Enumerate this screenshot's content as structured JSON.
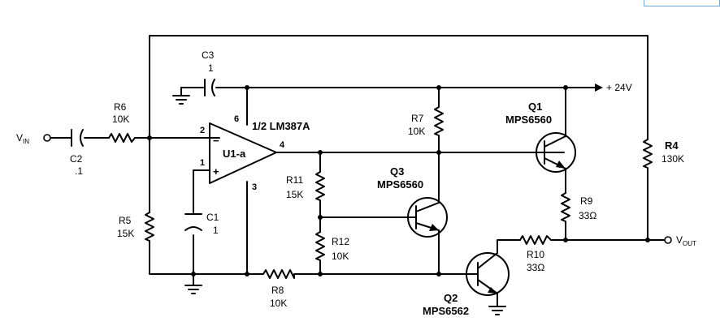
{
  "diagram": {
    "vin": {
      "label": "V",
      "sub": "IN"
    },
    "vout": {
      "label": "V",
      "sub": "OUT"
    },
    "supply": "+ 24V",
    "opamp": {
      "name": "1/2 LM387A",
      "part": "U1-a",
      "pins": {
        "inv": "2",
        "noninv": "1",
        "out": "4",
        "pwr": "6",
        "gnd": "3"
      },
      "signs": {
        "minus": "−",
        "plus": "+"
      }
    },
    "components": {
      "c3": {
        "name": "C3",
        "value": "1"
      },
      "c2": {
        "name": "C2",
        "value": ".1"
      },
      "c1": {
        "name": "C1",
        "value": "1"
      },
      "r6": {
        "name": "R6",
        "value": "10K"
      },
      "r5": {
        "name": "R5",
        "value": "15K"
      },
      "r7": {
        "name": "R7",
        "value": "10K"
      },
      "r11": {
        "name": "R11",
        "value": "15K"
      },
      "r12": {
        "name": "R12",
        "value": "10K"
      },
      "r8": {
        "name": "R8",
        "value": "10K"
      },
      "r4": {
        "name": "R4",
        "value": "130K"
      },
      "r9": {
        "name": "R9",
        "value": "33Ω"
      },
      "r10": {
        "name": "R10",
        "value": "33Ω"
      },
      "q1": {
        "name": "Q1",
        "part": "MPS6560"
      },
      "q3": {
        "name": "Q3",
        "part": "MPS6560"
      },
      "q2": {
        "name": "Q2",
        "part": "MPS6562"
      }
    }
  }
}
